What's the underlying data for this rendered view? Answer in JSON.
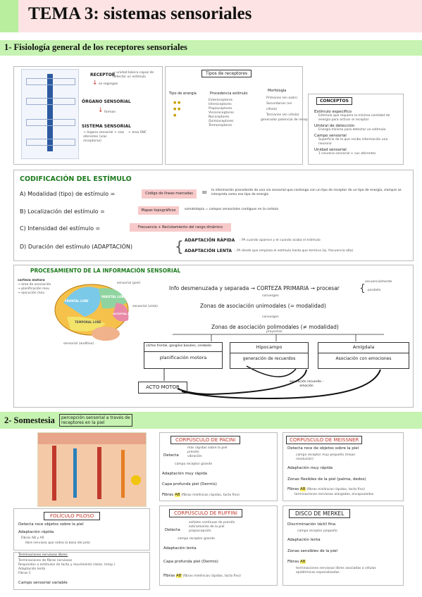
{
  "title": "TEMA 3: sistemas sensoriales",
  "sec1": "1- Fisiología general de los receptores sensoriales",
  "flow": {
    "receptor": "RECEPTOR",
    "receptor_note": "→ unidad básica capaz de detectar un estímulo",
    "seg1": "se segregan",
    "organo": "ÓRGANO SENSORIAL",
    "seg2": "forman",
    "sistema": "SISTEMA SENSORIAL",
    "sistema_note1": "→ órgano sensorial + vías aferentes (vías receptoras)",
    "sistema_note2": "+ área SNC"
  },
  "tipos": {
    "title": "Tipos de receptores",
    "cols": [
      "Tipo de energía",
      "Procedencia estímulo",
      "Morfología"
    ],
    "energia": [
      "●",
      "●",
      "●",
      "●",
      "●"
    ],
    "procedencia": [
      "Exteroceptores",
      "Interoceptores",
      "Propioceptores",
      "Visceroceptores",
      "Nociceptores",
      "Quimioceptores",
      "Termoceptores"
    ],
    "morfologia": [
      "Primarios (en axón)",
      "Secundarios (en célula)",
      "Terciarios (en célula)"
    ],
    "bottom": [
      "generador",
      "potencial",
      "de receptor"
    ]
  },
  "conceptos": {
    "title": "CONCEPTOS",
    "items": [
      {
        "h": "Estímulo específico",
        "t": "Estímulo que requiere la mínima cantidad de energía para activar el receptor"
      },
      {
        "h": "Umbral de detección",
        "t": "Energía mínima para detectar un estímulo"
      },
      {
        "h": "Campo sensorial",
        "t": "Superficie de la que recibe información una neurona"
      },
      {
        "h": "Unidad sensorial",
        "t": "1 neurona sensorial + sus aferentes"
      }
    ]
  },
  "cod": {
    "title": "CODIFICACIÓN DEL ESTÍMULO",
    "a_label": "A) Modalidad (tipo) de estímulo =",
    "a_box": "Código de líneas marcadas",
    "a_text": "la información procedente de una vía sensorial que contenga con un tipo de receptor de un tipo de energía, siempre se interpreta como ese tipo de energía",
    "b_label": "B) Localización del estímulo =",
    "b_box": "Mapas topográficos",
    "b_text": "somatotopía = campos sensoriales contiguos en la corteza",
    "c_label": "C) Intensidad del estímulo =",
    "c_box": "Frecuencia + Reclutamiento del rango dinámico",
    "d_label": "D) Duración del estímulo (ADAPTACIÓN)",
    "d_r": "ADAPTACIÓN RÁPIDA",
    "d_r_t": ": PA cuando aparece y el cuando acaba el estímulo",
    "d_l": "ADAPTACIÓN LENTA",
    "d_l_t": ": PA desde que empieza el estímulo hasta que termina (ej. frecuencia alta)"
  },
  "proc": {
    "title": "PROCESAMIENTO DE LA INFORMACIÓN SENSORIAL",
    "brain_labels": [
      "corteza motora",
      "→ área de asociación",
      "→ planificación mov.",
      "→ ejecución mov.",
      "sensorial (piel)",
      "sensorial (vista)",
      "sensorial (auditivo)"
    ],
    "lobes": [
      "FRONTAL LOBE",
      "PARIETAL LOBE",
      "TEMPORAL LOBE",
      "OCCIPITAL LOBE"
    ],
    "l1": "Info desmenuzada y separada → CORTEZA PRIMARIA → procesar",
    "l1b": "secuencialmente",
    "l1c": "paralelo",
    "conv": "convergen",
    "l2": "Zonas de asociación unimodales (= modalidad)",
    "l3": "Zonas de asociación polimodales (≠ modalidad)",
    "proy": "proyectan",
    "b1": "córtex frontal, ganglios basales, cerebelo",
    "b1b": "planificación motora",
    "b2": "Hipocampo",
    "b2b": "generación de recuerdos",
    "b3": "Amígdala",
    "b3b": "Asociación con emociones",
    "acto": "ACTO MOTOR",
    "asoc": "asociación recuerdo - emoción"
  },
  "sec2": "2- Somestesia",
  "sec2_note": "percepción sensorial a través de receptores en la piel",
  "pacini": {
    "title": "CORPÚSCULO DE PACINI",
    "items": [
      "Detecta",
      "más rápidas sobre la piel",
      "presión",
      "vibración",
      "campo receptor grande",
      "Adaptación muy rápida",
      "Capa profunda piel (Dermis)",
      "Fibras",
      "AB",
      "(fibras mielínicas rápidas, tacto fino)"
    ]
  },
  "meissner": {
    "title": "CORPÚSCULO DE MEISSNER",
    "items": [
      "Detecta roce de objetos sobre la piel",
      "campo receptor muy pequeño (mejor resolución)",
      "Adaptación muy rápida",
      "Zonas flexibles de la piel (palma, dedos)",
      "Fibras",
      "AB",
      "(fibras mielínicas rápidas, tacto fino)",
      "terminaciones nerviosas alargadas, encapsuladas"
    ]
  },
  "foliculo": {
    "title": "FOLÍCULO PILOSO",
    "items": [
      "Detecta roce objetos sobre la piel",
      "Adaptación rápida",
      "Fibras",
      "AB",
      "y",
      "Aδ",
      "libre nerviosa que rodea la base del pelo"
    ]
  },
  "libres": {
    "title": "Terminaciones nerviosas libres:",
    "items": [
      "Terminaciones de fibras nerviosas",
      "Responden a estímulos de tacto y movimiento (dolor, temp.)",
      "Adaptación lenta",
      "Fibras C",
      "Campo sensorial variable"
    ]
  },
  "ruffini": {
    "title": "CORPÚSCULO DE RUFFINI",
    "items": [
      "Detecta",
      "señales continuas de presión",
      "estiramiento de la piel",
      "propiocepción",
      "campo receptor grande",
      "Adaptación lenta",
      "Capa profunda piel (Dermis)",
      "Fibras",
      "AB",
      "(fibras mielínicas rápidas, tacto fino)"
    ]
  },
  "merkel": {
    "title": "DISCO DE MERKEL",
    "items": [
      "Discriminación táctil fina",
      "campo receptor pequeño",
      "Adaptación lenta",
      "Zonas sensibles de la piel",
      "Fibras",
      "AB",
      "terminaciones nerviosas libres asociadas a células epidérmicas especializadas"
    ]
  }
}
